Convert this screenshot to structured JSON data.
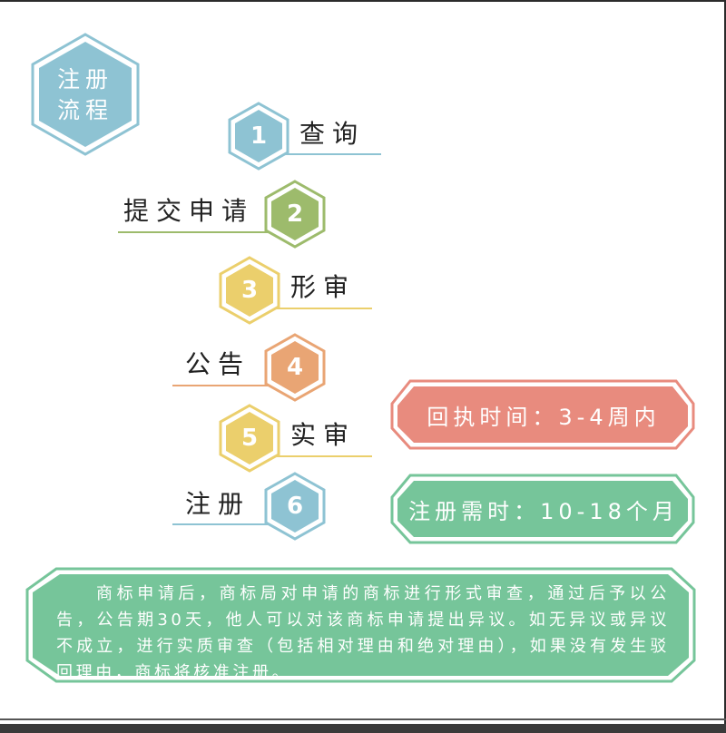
{
  "title_line1": "注册",
  "title_line2": "流程",
  "colors": {
    "blue": "#8ec3d3",
    "green": "#9dbb6c",
    "yellow": "#ebcf6c",
    "orange": "#e9a574",
    "salmon": "#e88b7e",
    "teal": "#76c59a"
  },
  "steps": [
    {
      "number": "1",
      "label": "查询",
      "color": "blue"
    },
    {
      "number": "2",
      "label": "提交申请",
      "color": "green"
    },
    {
      "number": "3",
      "label": "形审",
      "color": "yellow"
    },
    {
      "number": "4",
      "label": "公告",
      "color": "orange"
    },
    {
      "number": "5",
      "label": "实审",
      "color": "yellow"
    },
    {
      "number": "6",
      "label": "注册",
      "color": "blue"
    }
  ],
  "info": {
    "receipt": "回执时间：3-4周内",
    "duration": "注册需时：10-18个月"
  },
  "description": "商标申请后，商标局对申请的商标进行形式审查，通过后予以公告，公告期30天，他人可以对该商标申请提出异议。如无异议或异议不成立，进行实质审查（包括相对理由和绝对理由），如果没有发生驳回理由，商标将核准注册。"
}
